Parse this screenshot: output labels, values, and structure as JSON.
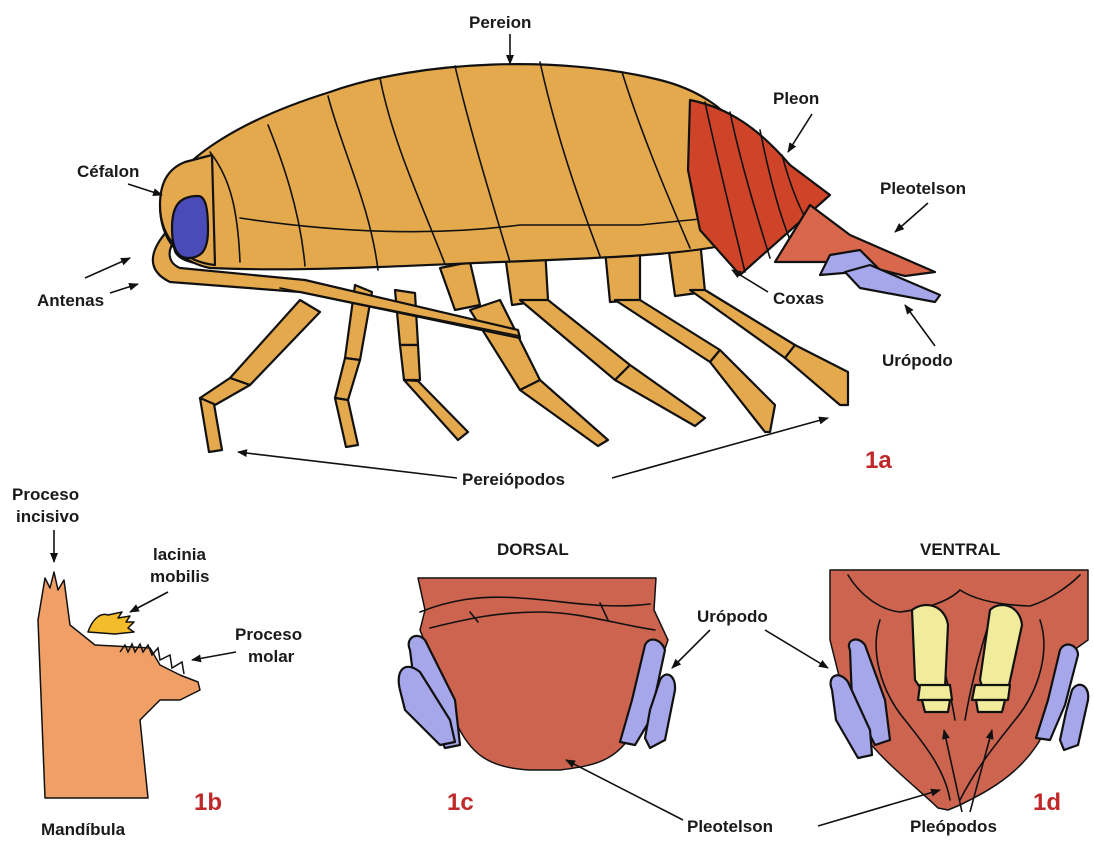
{
  "labels": {
    "pereion": "Pereion",
    "cefalon": "Céfalon",
    "antenas": "Antenas",
    "pleon": "Pleon",
    "pleotelson_top": "Pleotelson",
    "coxas": "Coxas",
    "uropodo_top": "Urópodo",
    "pereiopodos": "Pereiópodos",
    "proceso_incisivo_1": "Proceso",
    "proceso_incisivo_2": "incisivo",
    "lacinia_1": "lacinia",
    "lacinia_2": "mobilis",
    "proceso_molar_1": "Proceso",
    "proceso_molar_2": "molar",
    "mandibula": "Mandíbula",
    "dorsal": "DORSAL",
    "ventral": "VENTRAL",
    "uropodo_bottom": "Urópodo",
    "pleotelson_bottom": "Pleotelson",
    "pleopodos": "Pleópodos"
  },
  "figures": {
    "f1a": "1a",
    "f1b": "1b",
    "f1c": "1c",
    "f1d": "1d"
  },
  "colors": {
    "body": "#e5a94d",
    "eye": "#4a4ab8",
    "pleon": "#cf4428",
    "pleotelson": "#d9674b",
    "uropod": "#a6a6ea",
    "mandible": "#f0a067",
    "lacinia": "#f2bc2a",
    "telson_view": "#cc6450",
    "pleopod": "#f1ec9c"
  }
}
